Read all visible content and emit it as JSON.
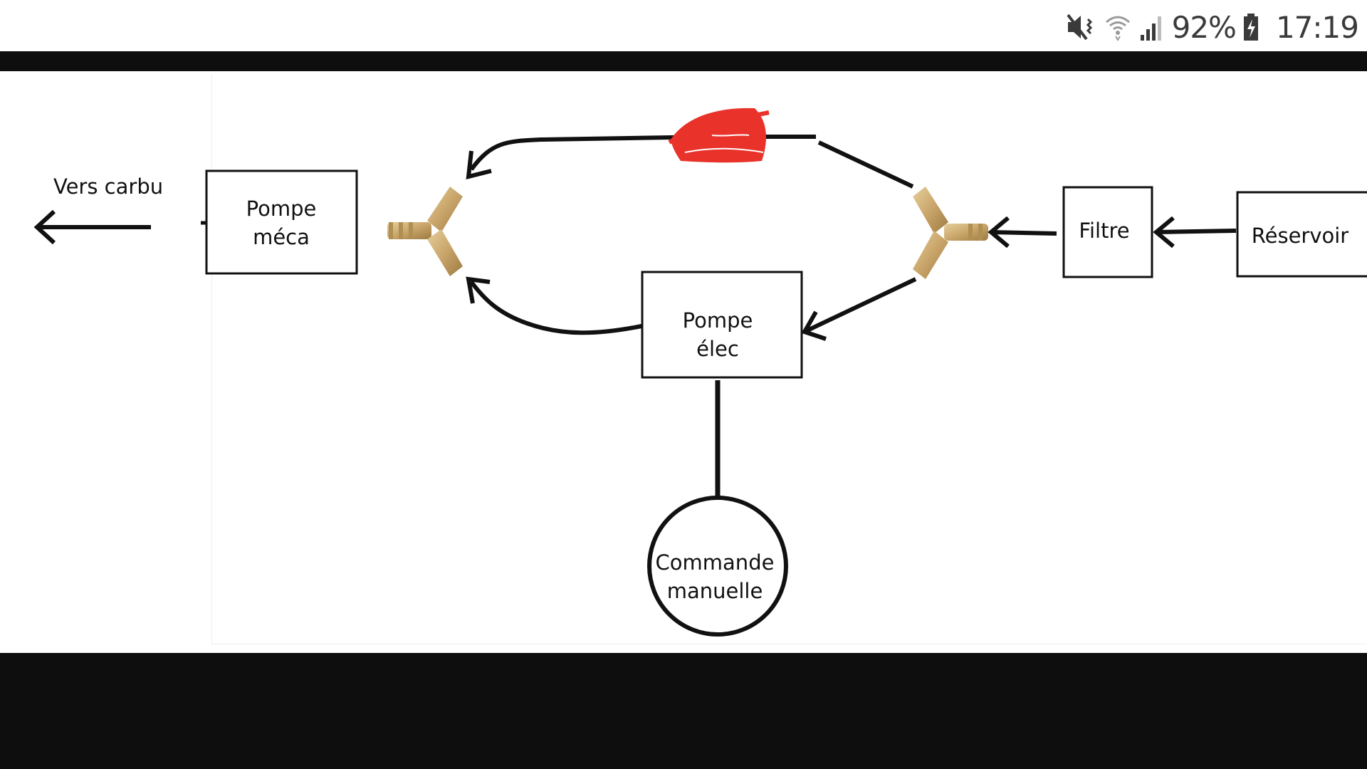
{
  "status_bar": {
    "battery_text": "92%",
    "time": "17:19",
    "icons": [
      "mute-vibrate-icon",
      "wifi-icon",
      "signal-icon",
      "battery-charging-icon"
    ]
  },
  "diagram": {
    "label_vers_carbu": "Vers carbu",
    "pompe_meca": [
      "Pompe",
      "méca"
    ],
    "pompe_elec": [
      "Pompe",
      "élec"
    ],
    "filtre": "Filtre",
    "reservoir": "Réservoir",
    "commande": [
      "Commande",
      "manuelle"
    ]
  },
  "colors": {
    "brass": "#c9a56a",
    "scribble": "#e8322a",
    "band": "#0e0e0e"
  }
}
